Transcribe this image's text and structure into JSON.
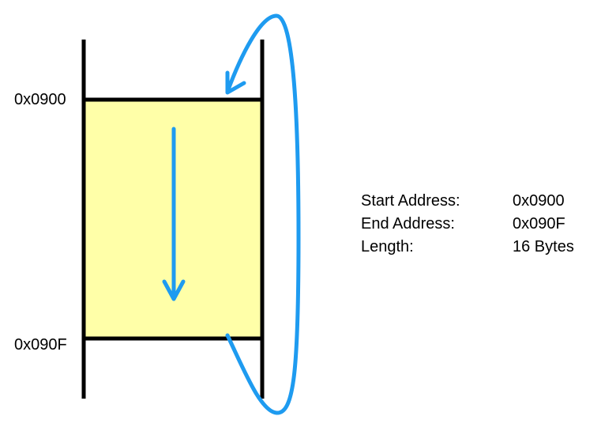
{
  "colors": {
    "buffer_fill": "#FFFFA8",
    "arrow": "#1E9BF0",
    "line": "#000000"
  },
  "labels": {
    "start_address_marker": "0x0900",
    "end_address_marker": "0x090F"
  },
  "info": [
    {
      "key": "Start Address:",
      "value": "0x0900"
    },
    {
      "key": "End Address:",
      "value": "0x090F"
    },
    {
      "key": "Length:",
      "value": "16 Bytes"
    }
  ]
}
